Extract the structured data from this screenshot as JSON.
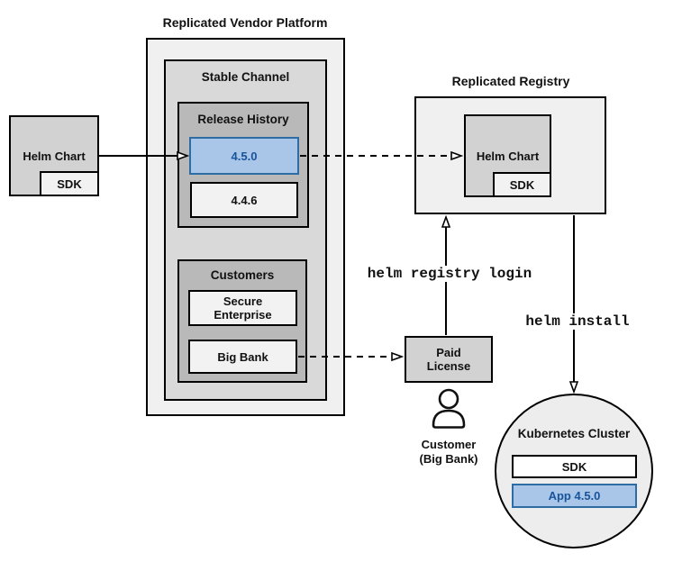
{
  "titles": {
    "platform": "Replicated Vendor Platform",
    "registry": "Replicated Registry"
  },
  "platform": {
    "stable_channel": "Stable Channel",
    "release_history": "Release History",
    "versions": {
      "current": "4.5.0",
      "previous": "4.4.6"
    },
    "customers": {
      "label": "Customers",
      "first": "Secure Enterprise",
      "second": "Big Bank"
    }
  },
  "source": {
    "helm_chart": "Helm Chart",
    "sdk": "SDK"
  },
  "registry": {
    "helm_chart": "Helm Chart",
    "sdk": "SDK"
  },
  "license": {
    "label": "Paid License"
  },
  "customer": {
    "name": "Customer",
    "org": "(Big Bank)"
  },
  "commands": {
    "login": "helm registry login",
    "install": "helm install"
  },
  "cluster": {
    "label": "Kubernetes Cluster",
    "sdk": "SDK",
    "app": "App 4.5.0"
  },
  "colors": {
    "container_light": "#f0f0f0",
    "container_medium": "#d9d9d9",
    "container_dark": "#b9b9b9",
    "box_grey": "#d2d2d2",
    "box_light": "#f2f2f2",
    "highlight_fill": "#a9c6e8",
    "highlight_border": "#2e6da4",
    "highlight_text": "#17549b",
    "line": "#000000"
  }
}
